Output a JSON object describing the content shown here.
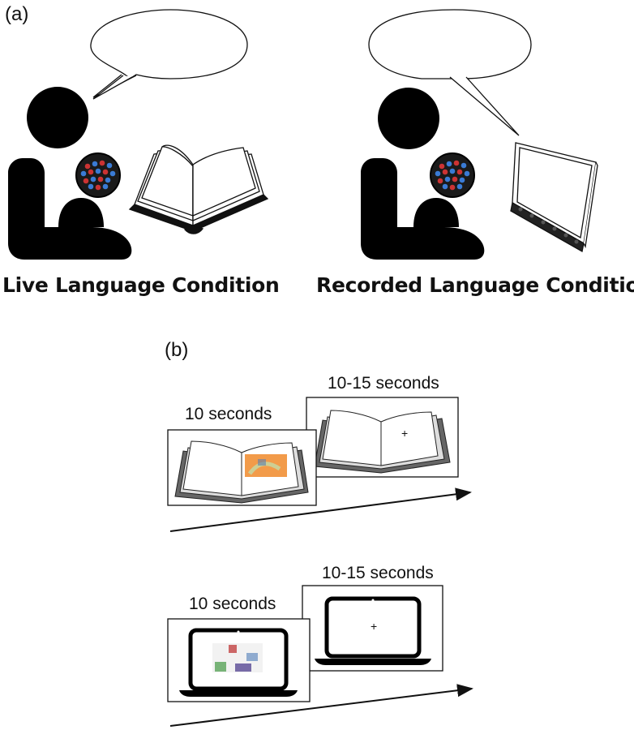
{
  "panel_a": {
    "label": "(a)",
    "live": {
      "caption": "Live Language Condition"
    },
    "recorded": {
      "caption": "Recorded Language Condition"
    }
  },
  "panel_b": {
    "label": "(b)",
    "book_sequence": {
      "first_duration": "10 seconds",
      "second_duration": "10-15 seconds",
      "fixation": "+"
    },
    "laptop_sequence": {
      "first_duration": "10 seconds",
      "second_duration": "10-15 seconds",
      "fixation": "+"
    }
  }
}
